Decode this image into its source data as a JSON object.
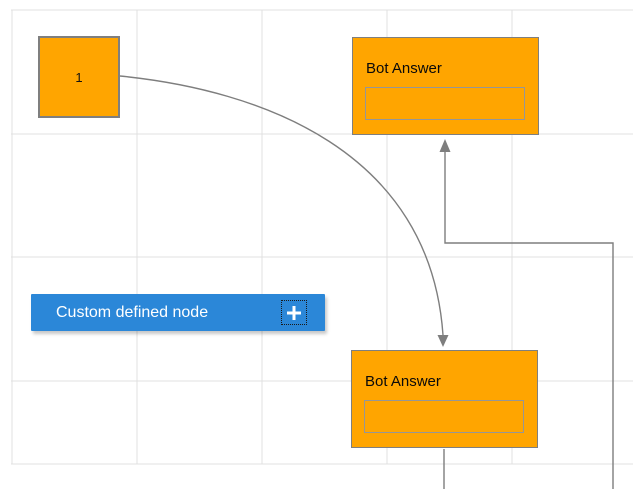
{
  "canvas": {
    "type": "diagram-grid-canvas",
    "grid": {
      "vertical_lines_x": [
        12,
        137,
        262,
        387,
        512
      ],
      "horizontal_lines_y": [
        10,
        134,
        257,
        381,
        464
      ],
      "color": "#E0E0E0"
    }
  },
  "nodes": {
    "start": {
      "label": "1"
    },
    "bot_answer_top": {
      "title": "Bot Answer",
      "input_value": ""
    },
    "bot_answer_bottom": {
      "title": "Bot Answer",
      "input_value": ""
    },
    "custom": {
      "label": "Custom defined node",
      "icon": "plus-icon"
    }
  },
  "connectors": [
    {
      "name": "bezier-connector",
      "from": "start",
      "to": "bot_answer_bottom",
      "arrow": "down"
    },
    {
      "name": "orthogonal-connector",
      "to": "bot_answer_top",
      "arrow": "up"
    },
    {
      "name": "stub-connector",
      "from": "bot_answer_bottom"
    }
  ],
  "colors": {
    "node_fill": "#FFA500",
    "node_border": "#7F7F7F",
    "custom_node_fill": "#2B87D8",
    "connector": "#7E7E7E",
    "grid_line": "#E0E0E0",
    "inner_box_border": "#969696",
    "text_dark": "#0A0A0A",
    "text_light": "#FFFFFF"
  }
}
